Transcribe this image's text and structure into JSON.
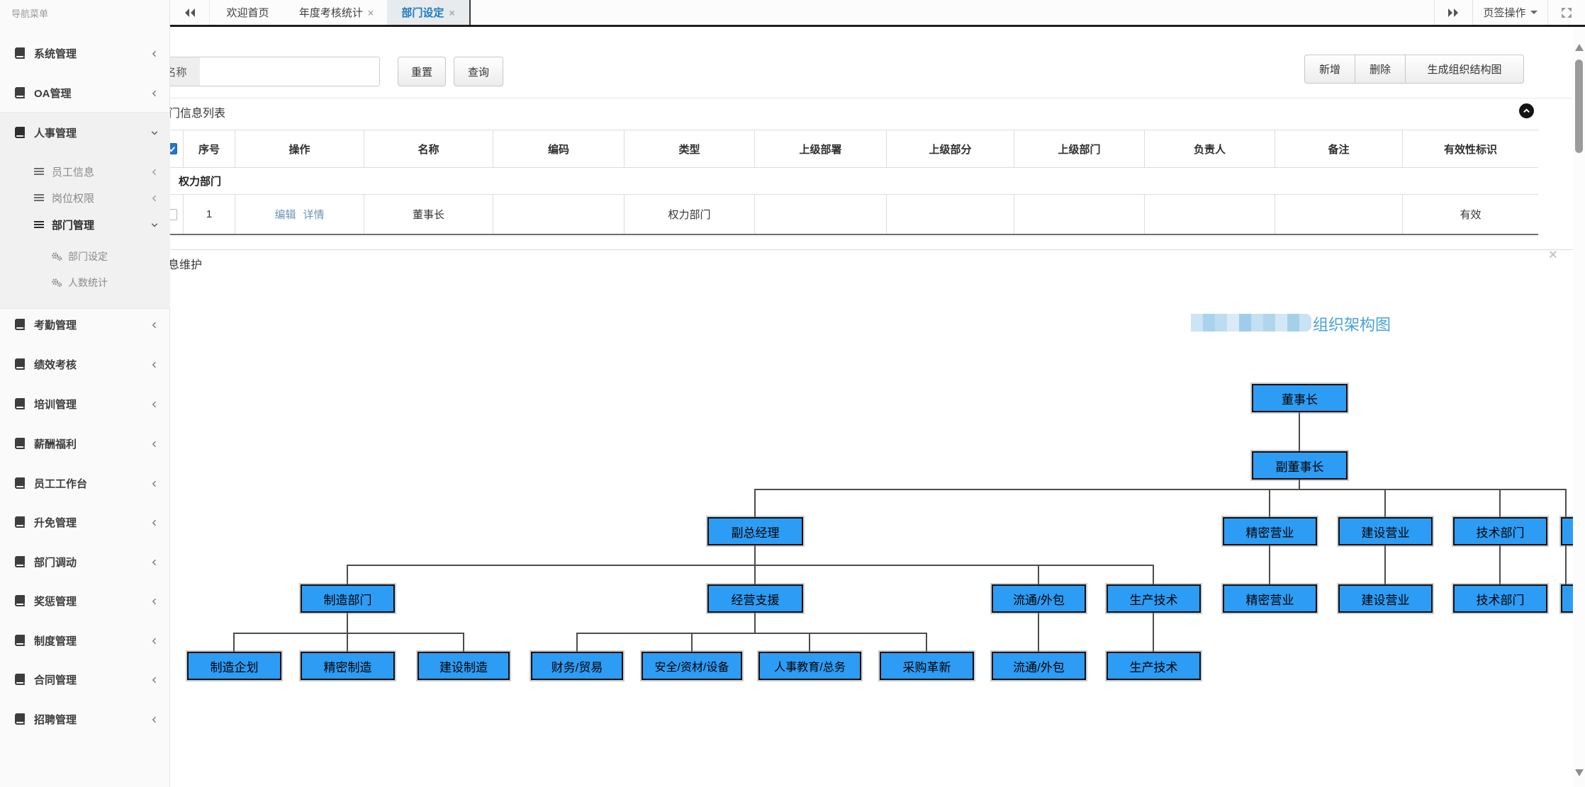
{
  "sidebar": {
    "title": "导航菜单",
    "items": [
      {
        "label": "系统管理"
      },
      {
        "label": "OA管理"
      },
      {
        "label": "人事管理"
      },
      {
        "label": "员工信息"
      },
      {
        "label": "岗位权限"
      },
      {
        "label": "部门管理"
      },
      {
        "label": "部门设定"
      },
      {
        "label": "人数统计"
      },
      {
        "label": "考勤管理"
      },
      {
        "label": "绩效考核"
      },
      {
        "label": "培训管理"
      },
      {
        "label": "薪酬福利"
      },
      {
        "label": "员工工作台"
      },
      {
        "label": "升免管理"
      },
      {
        "label": "部门调动"
      },
      {
        "label": "奖惩管理"
      },
      {
        "label": "制度管理"
      },
      {
        "label": "合同管理"
      },
      {
        "label": "招聘管理"
      }
    ]
  },
  "tabbar": {
    "tabs": [
      {
        "label": "欢迎首页"
      },
      {
        "label": "年度考核统计"
      },
      {
        "label": "部门设定"
      }
    ],
    "tab_ops_label": "页签操作"
  },
  "icons": {
    "close": "×"
  },
  "toolbar": {
    "search_label": "名称",
    "search_value": "",
    "reset_label": "重置",
    "query_label": "查询",
    "add_label": "新增",
    "delete_label": "删除",
    "gen_org_label": "生成组织结构图"
  },
  "list_panel": {
    "title": "部门信息列表",
    "headers": [
      "序号",
      "操作",
      "名称",
      "编码",
      "类型",
      "上级部署",
      "上级部分",
      "上级部门",
      "负责人",
      "备注",
      "有效性标识"
    ],
    "group_row_label": "权力部门",
    "row": {
      "seq": "1",
      "action_edit": "编辑",
      "action_detail": "详情",
      "name": "董事长",
      "code": "",
      "type": "权力部门",
      "parent_dept1": "",
      "parent_dept2": "",
      "parent_dept3": "",
      "owner": "",
      "remark": "",
      "valid": "有效"
    }
  },
  "maintenance_panel": {
    "title": "部门信息维护",
    "org_title_suffix": "组织架构图"
  },
  "org_chart": {
    "nodes": [
      {
        "label": "董事长"
      },
      {
        "label": "副董事长"
      },
      {
        "label": "副总经理"
      },
      {
        "label": "精密营业"
      },
      {
        "label": "建设营业"
      },
      {
        "label": "技术部门"
      },
      {
        "label": "制造部门"
      },
      {
        "label": "经营支援"
      },
      {
        "label": "流通/外包"
      },
      {
        "label": "生产技术"
      },
      {
        "label": "精密营业"
      },
      {
        "label": "建设营业"
      },
      {
        "label": "技术部门"
      },
      {
        "label": "制造企划"
      },
      {
        "label": "精密制造"
      },
      {
        "label": "建设制造"
      },
      {
        "label": "财务/贸易"
      },
      {
        "label": "安全/资材/设备"
      },
      {
        "label": "人事教育/总务"
      },
      {
        "label": "采购革新"
      },
      {
        "label": "流通/外包"
      },
      {
        "label": "生产技术"
      }
    ]
  },
  "colors": {
    "accent_blue": "#1b79c0",
    "org_box_fill": "#2d9cf4",
    "link_blue": "#6b93ba"
  }
}
